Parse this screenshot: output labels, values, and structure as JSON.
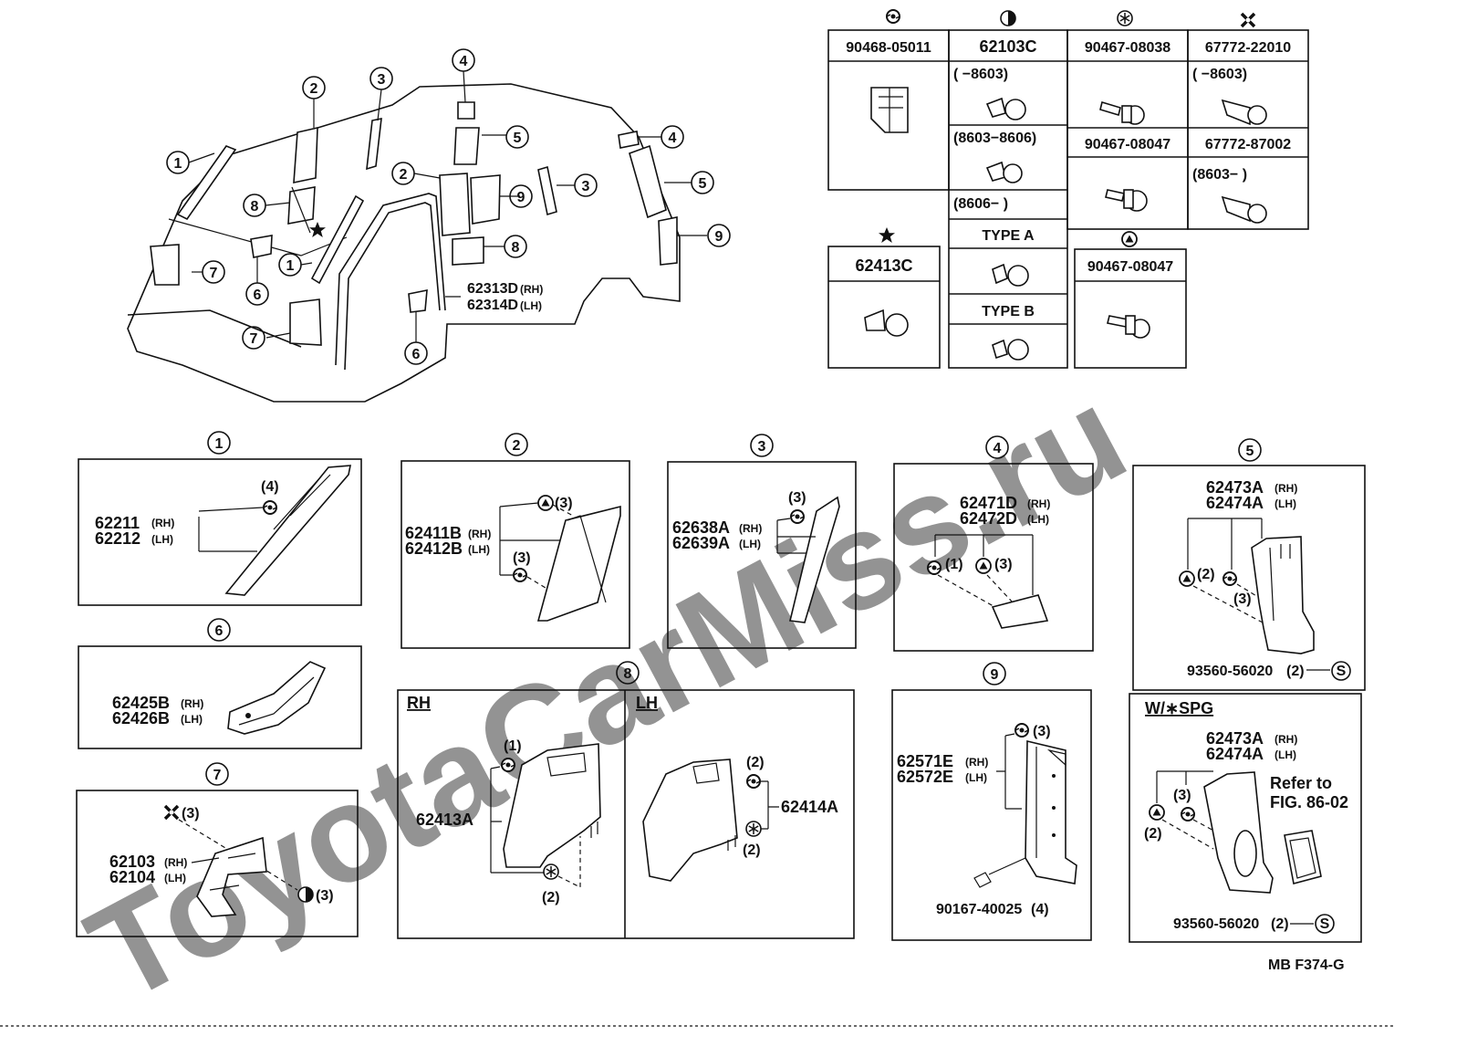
{
  "watermark": "ToyotaCarMiss.ru",
  "figure_id": "MB  F374-G",
  "overview": {
    "callouts": [
      "1",
      "2",
      "3",
      "4",
      "5",
      "6",
      "7",
      "8",
      "9"
    ],
    "door_trim_rh": "62313D",
    "door_trim_lh": "62314D",
    "rh": "(RH)",
    "lh": "(LH)"
  },
  "fastener_table": {
    "columns": [
      {
        "symbol": "clip-a",
        "part": "90468-05011"
      },
      {
        "symbol": "half-circle",
        "part": "62103C"
      },
      {
        "symbol": "asterisk",
        "part": "90467-08038"
      },
      {
        "symbol": "cross",
        "part": "67772-22010"
      }
    ],
    "col2_rows": [
      "(        −8603)",
      "(8603−8606)",
      "(8606−        )",
      "TYPE A",
      "TYPE B"
    ],
    "col3_second": "90467-08047",
    "col4_rows": [
      "(        −8603)",
      "67772-87002",
      "(8603−          )"
    ],
    "star_part": "62413C",
    "triangle_part": "90467-08047"
  },
  "panels": {
    "p1": {
      "num": "1",
      "rh": "62211",
      "lh": "62212",
      "qty": "(4)"
    },
    "p2": {
      "num": "2",
      "rh": "62411B",
      "lh": "62412B",
      "qty_a": "(3)",
      "qty_b": "(3)"
    },
    "p3": {
      "num": "3",
      "rh": "62638A",
      "lh": "62639A",
      "qty": "(3)"
    },
    "p4": {
      "num": "4",
      "rh": "62471D",
      "lh": "62472D",
      "qty_a": "(1)",
      "qty_b": "(3)"
    },
    "p5": {
      "num": "5",
      "rh": "62473A",
      "lh": "62474A",
      "qty_a": "(2)",
      "qty_b": "(3)",
      "screw": "93560-56020",
      "screw_qty": "(2)",
      "screw_sym": "S"
    },
    "p6": {
      "num": "6",
      "rh": "62425B",
      "lh": "62426B"
    },
    "p7": {
      "num": "7",
      "rh": "62103",
      "lh": "62104",
      "qty_a": "(3)",
      "qty_b": "(3)"
    },
    "p8": {
      "num": "8",
      "rh_label": "RH",
      "lh_label": "LH",
      "rh_part": "62413A",
      "lh_part": "62414A",
      "rh_qty_a": "(1)",
      "rh_qty_b": "(2)",
      "lh_qty_a": "(2)",
      "lh_qty_b": "(2)"
    },
    "p9": {
      "num": "9",
      "rh": "62571E",
      "lh": "62572E",
      "qty": "(3)",
      "bolt": "90167-40025",
      "bolt_qty": "(4)"
    },
    "spg": {
      "title": "W/∗SPG",
      "rh": "62473A",
      "lh": "62474A",
      "qty_a": "(2)",
      "qty_b": "(3)",
      "refer1": "Refer to",
      "refer2": "FIG. 86-02",
      "screw": "93560-56020",
      "screw_qty": "(2)",
      "screw_sym": "S"
    }
  }
}
